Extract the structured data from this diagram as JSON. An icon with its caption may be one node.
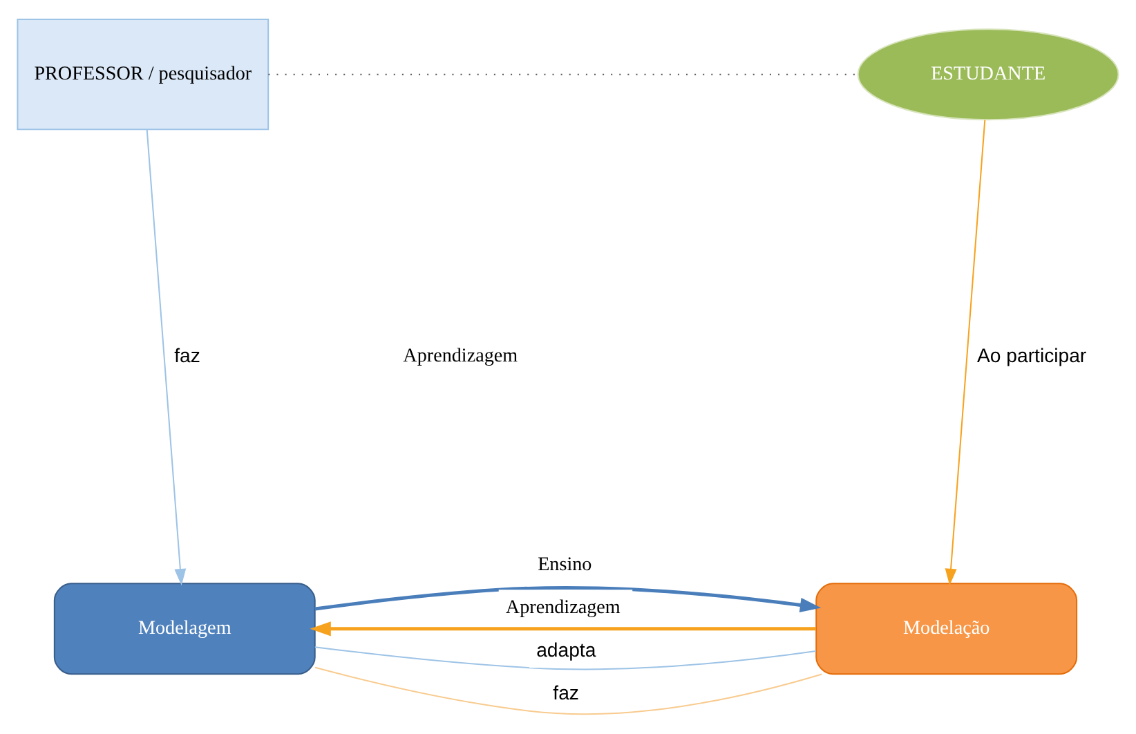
{
  "diagram": {
    "nodes": [
      {
        "text": [
          "PROFESSOR / pesquisador"
        ]
      },
      {
        "text": [
          "ESTUDANTE"
        ]
      },
      {
        "text": [
          "Modelagem"
        ]
      },
      {
        "text": [
          "Modelação"
        ]
      }
    ],
    "edges": [
      {
        "from": 0,
        "to": 1,
        "arrow": "none",
        "style": "dashed",
        "color": "#555555"
      },
      {
        "from": 0,
        "to": 2,
        "arrow": "to",
        "label": "faz",
        "color": "#9dc3e6"
      },
      {
        "from": 1,
        "to": 3,
        "arrow": "to",
        "label": "Ao participar",
        "color": "#f7a21e"
      },
      {
        "from": 2,
        "to": 3,
        "arrow": "none",
        "label": "adapta",
        "color": "#9dc3e6"
      },
      {
        "from": 2,
        "to": 3,
        "arrow": "to",
        "label": "Ensino",
        "style": "thick",
        "color": "#4a7ebb"
      },
      {
        "from": 3,
        "to": 2,
        "arrow": "to",
        "label": "Aprendizagem",
        "style": "thick",
        "color": "#f7a21e"
      },
      {
        "from": 3,
        "to": 2,
        "arrow": "none",
        "label": "faz",
        "color": "#f8cb8f"
      }
    ],
    "labels": [
      "Aprendizagem"
    ]
  }
}
